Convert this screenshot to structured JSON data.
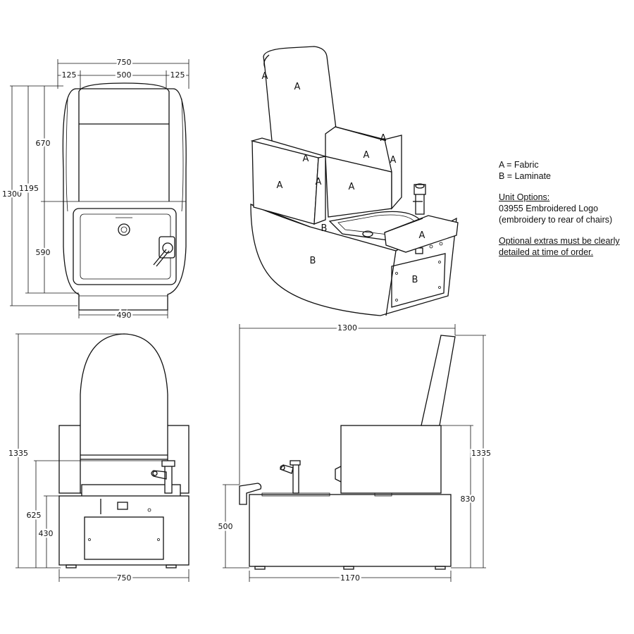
{
  "legend": {
    "fabric": "A = Fabric",
    "laminate": "B = Laminate"
  },
  "unit_options": {
    "heading": "Unit Options:",
    "line1": "03955 Embroidered Logo",
    "line2": "(embroidery to rear of chairs)"
  },
  "optional": {
    "line1": "Optional extras must be clearly",
    "line2": "detailed at time of order."
  },
  "part_labels": {
    "fabric": "A",
    "laminate": "B"
  },
  "top_view": {
    "overall_width": "750",
    "left_margin": "125",
    "center_width": "500",
    "right_margin": "125",
    "overall_length": "1300",
    "inner_length": "1195",
    "upper_length": "670",
    "lower_length": "590",
    "basin_width": "490"
  },
  "front_view": {
    "height": "1335",
    "tap_height": "625",
    "base_height": "430",
    "width": "750"
  },
  "side_view": {
    "length": "1300",
    "height": "1335",
    "seat_height": "830",
    "ledge_height": "500",
    "base_length": "1170"
  }
}
